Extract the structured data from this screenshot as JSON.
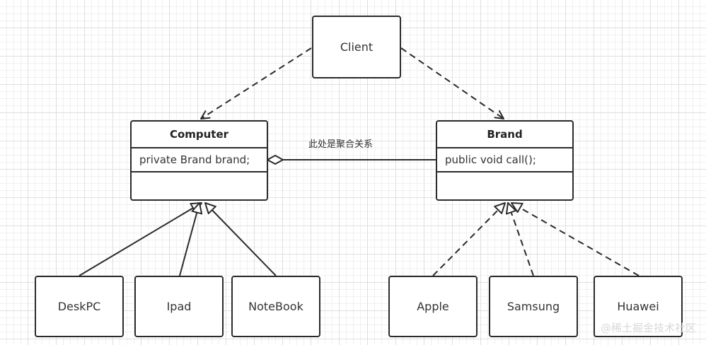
{
  "diagram": {
    "client": "Client",
    "computer": {
      "name": "Computer",
      "attribute": "private Brand brand;"
    },
    "brand": {
      "name": "Brand",
      "method": "public void call();"
    },
    "aggregation_label": "此处是聚合关系",
    "computers": [
      "DeskPC",
      "Ipad",
      "NoteBook"
    ],
    "brands": [
      "Apple",
      "Samsung",
      "Huawei"
    ]
  },
  "watermark": "@稀土掘金技术社区"
}
